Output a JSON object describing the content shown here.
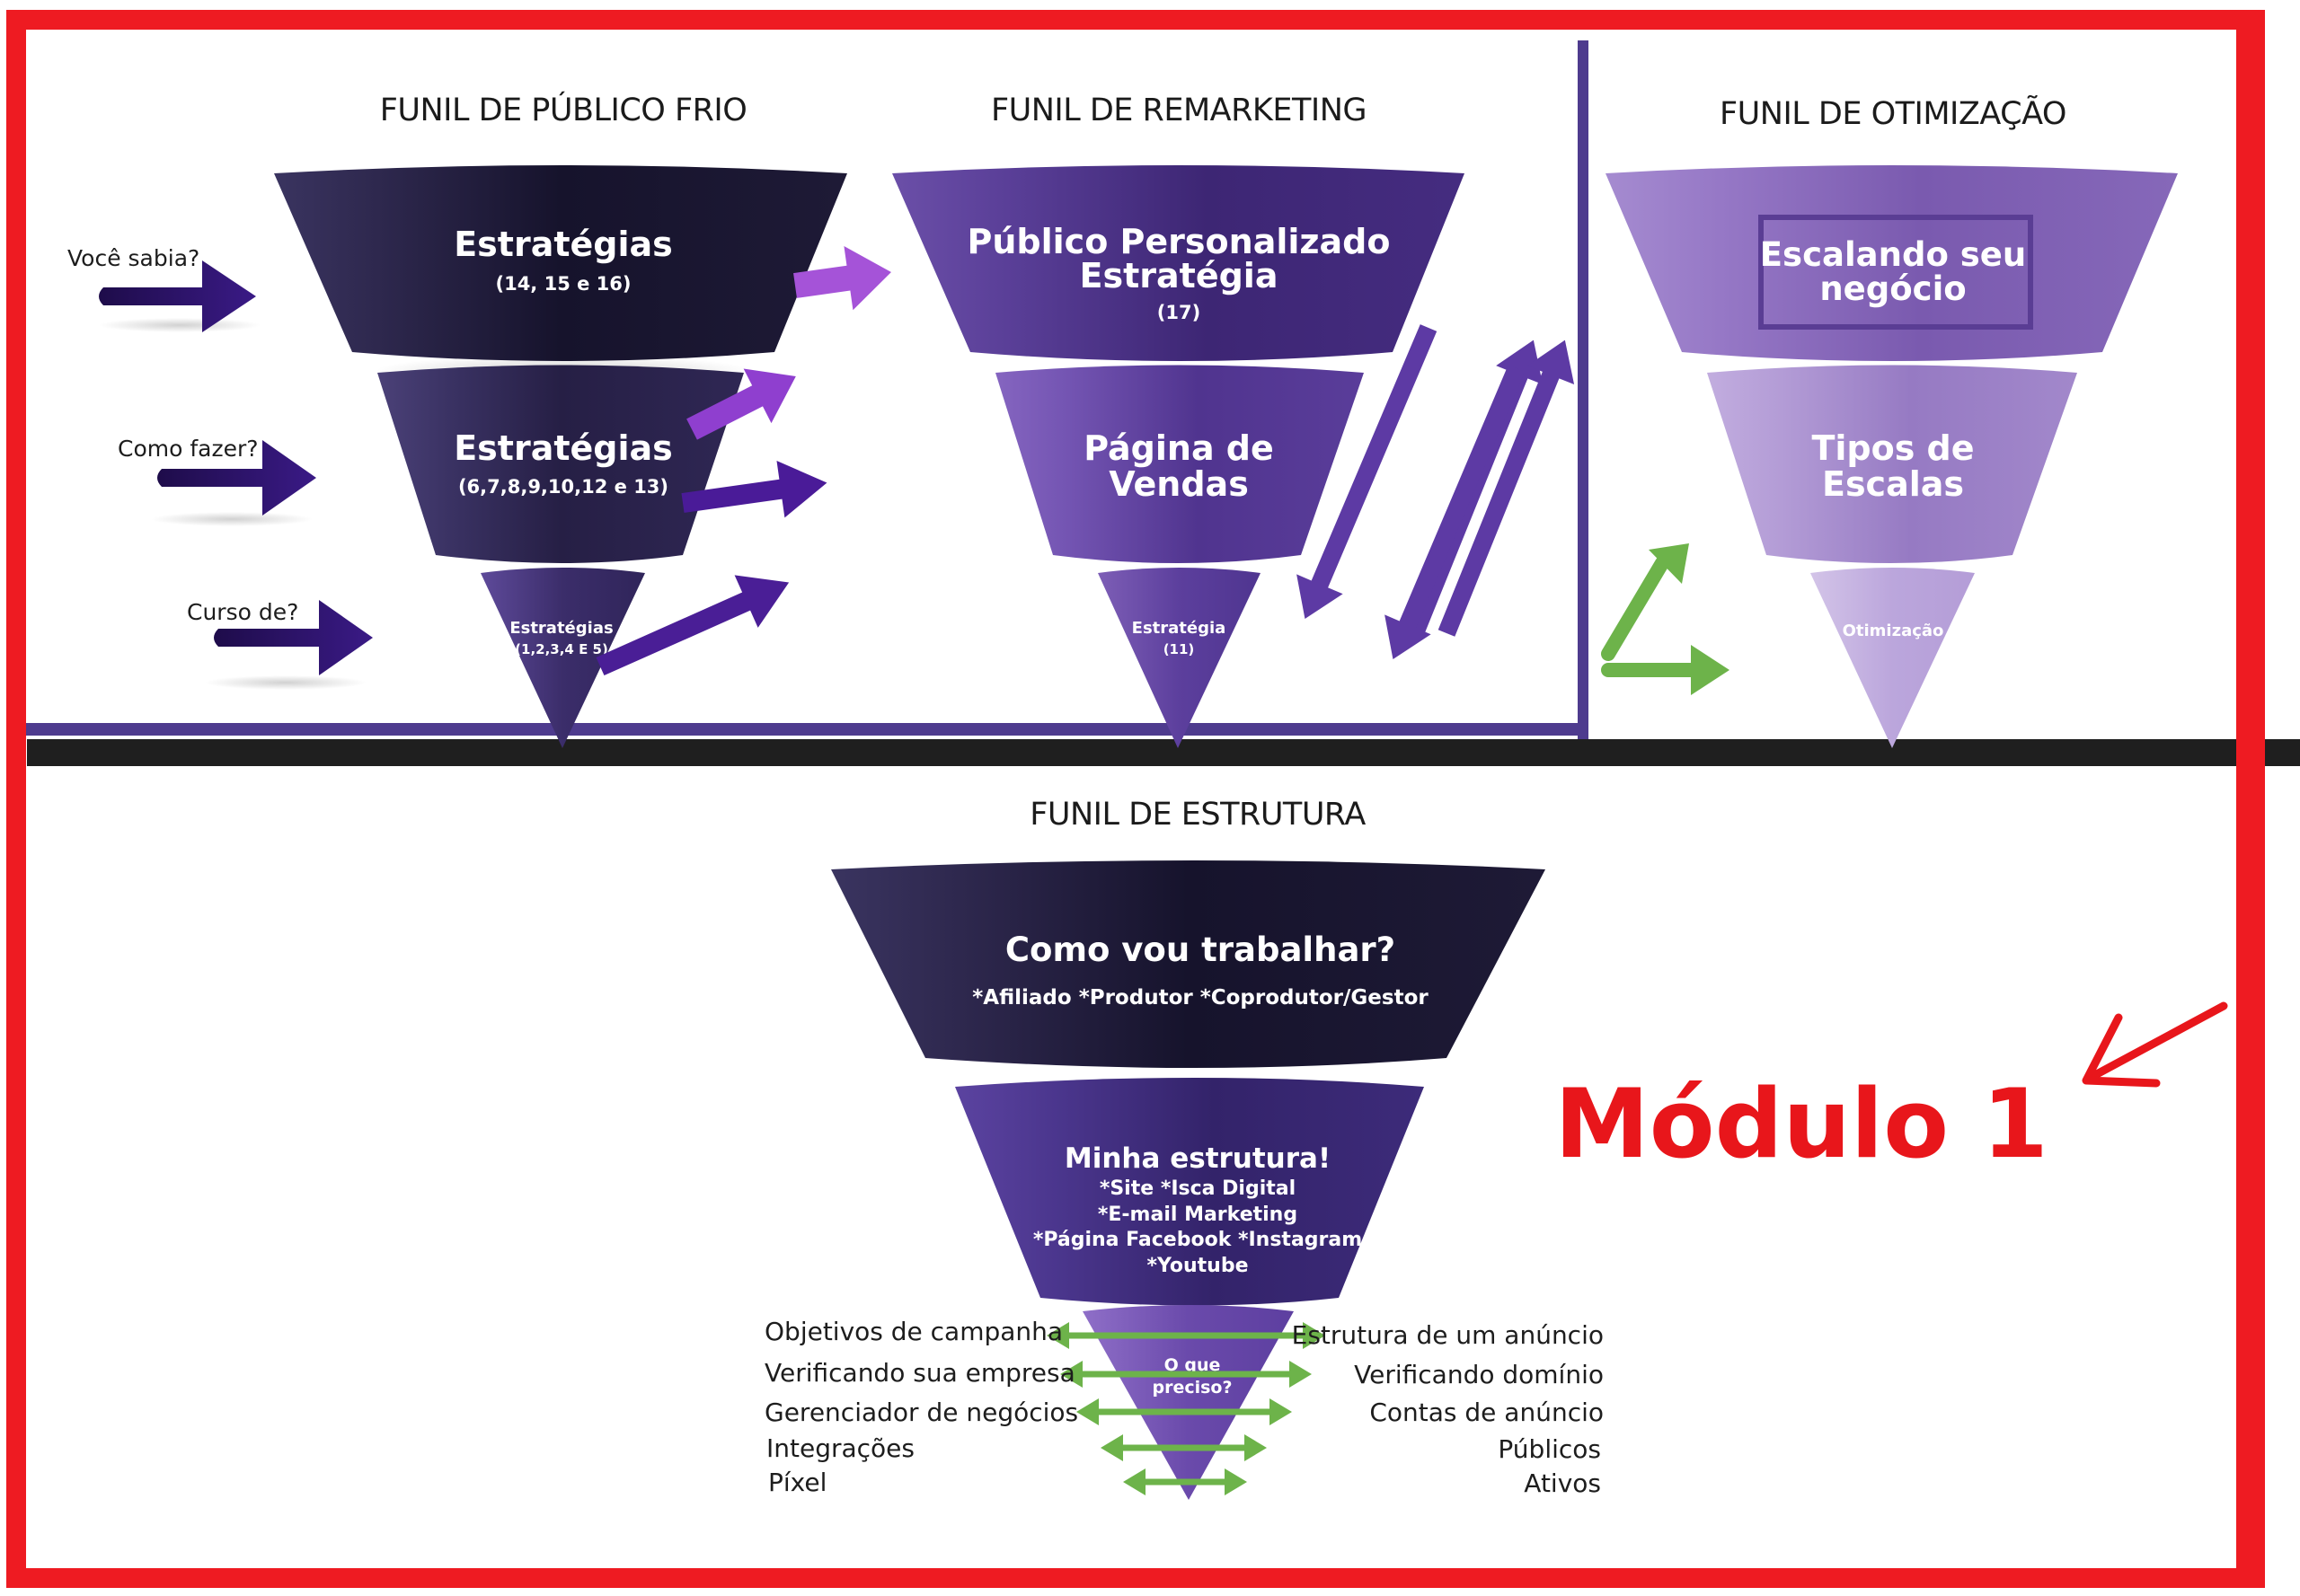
{
  "colors": {
    "frame_red": "#ee1b22",
    "divider_purple": "#4e3b8e",
    "bar_black": "#1f1f1f",
    "funnel_dark": "#1e1a36",
    "funnel_purple": "#4a2f86",
    "funnel_light": "#8e6fc0",
    "arrow_navy": "#2a0f66",
    "arrow_violet": "#8a45cf",
    "arrow_green": "#6db34a",
    "modulo_red": "#e8161b"
  },
  "icons": {
    "left_arrows": "arrow-right-icon",
    "diagonal_arrows": "arrow-diagonal-icon",
    "green_arrows": "double-arrow-icon",
    "pointer": "arrow-pointer-icon"
  },
  "frio": {
    "title": "FUNIL DE PÚBLICO FRIO",
    "top_title": "Estratégias",
    "top_sub": "(14, 15 e 16)",
    "mid_title": "Estratégias",
    "mid_sub": "(6,7,8,9,10,12 e 13)",
    "tip_title": "Estratégias",
    "tip_sub": "(1,2,3,4 E 5)"
  },
  "side_labels": [
    "Você sabia?",
    "Como fazer?",
    "Curso de?"
  ],
  "remarketing": {
    "title": "FUNIL DE REMARKETING",
    "top_line1": "Público Personalizado",
    "top_line2": "Estratégia",
    "top_sub": "(17)",
    "mid_line1": "Página de",
    "mid_line2": "Vendas",
    "tip_title": "Estratégia",
    "tip_sub": "(11)"
  },
  "otimizacao": {
    "title": "FUNIL DE OTIMIZAÇÃO",
    "top_line1": "Escalando seu",
    "top_line2": "negócio",
    "mid_line1": "Tipos de",
    "mid_line2": "Escalas",
    "tip_title": "Otimização"
  },
  "estrutura": {
    "title": "FUNIL DE ESTRUTURA",
    "top_title": "Como vou trabalhar?",
    "top_sub": "*Afiliado *Produtor *Coprodutor/Gestor",
    "mid_title": "Minha estrutura!",
    "mid_lines": [
      "*Site *Isca Digital",
      "*E-mail Marketing",
      "*Página Facebook *Instagram",
      "*Youtube"
    ],
    "tip_line1": "O que",
    "tip_line2": "preciso?",
    "left_items": [
      "Objetivos de campanha",
      "Verificando sua empresa",
      "Gerenciador de negócios",
      "Integrações",
      "Píxel"
    ],
    "right_items": [
      "Estrutura de um anúncio",
      "Verificando domínio",
      "Contas de anúncio",
      "Públicos",
      "Ativos"
    ]
  },
  "modulo_label": "Módulo 1"
}
